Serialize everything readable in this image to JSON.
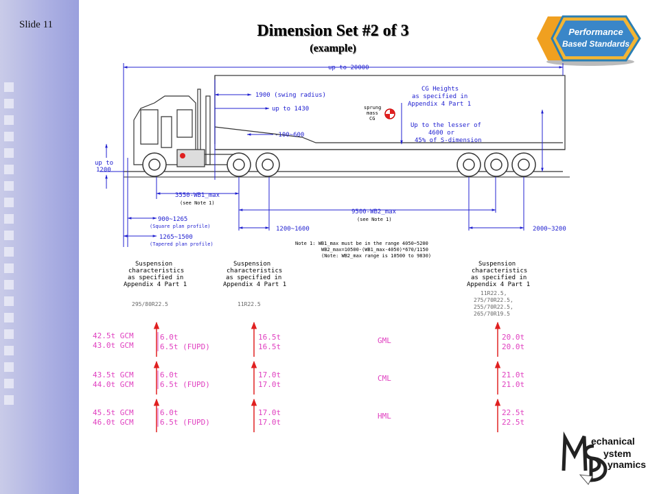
{
  "slide": {
    "number_label": "Slide 11"
  },
  "header": {
    "title": "Dimension Set #2 of 3",
    "subtitle": "(example)"
  },
  "logo_pbs": {
    "line1": "Performance",
    "line2": "Based Standards"
  },
  "logo_msd": {
    "line1": "echanical",
    "line2": "ystem",
    "line3": "ynamics"
  },
  "dims": {
    "overall": "up to 20000",
    "swing": "1900 (swing radius)",
    "up1430": "up to 1430",
    "range100": "-100~600",
    "cg1": "CG Heights",
    "cg2": "as specified in",
    "cg3": "Appendix 4 Part 1",
    "sprung1": "sprung",
    "sprung2": "mass",
    "sprung3": "CG",
    "lesser1": "Up to the lesser of",
    "lesser2": "4600 or",
    "lesser3": "45% of S-dimension",
    "up1200a": "up to",
    "up1200b": "1200",
    "wb1": "3550-WB1_max",
    "wb1note": "(see Note 1)",
    "wb2": "9500-WB2_max",
    "wb2note": "(see Note 1)",
    "sq1": "900~1265",
    "sq2": "(Square plan profile)",
    "tp1": "1265~1500",
    "tp2": "(Tapered plan profile)",
    "d1200": "1200~1600",
    "d2000": "2000~3200",
    "note1": "Note 1: WB1_max must be in the range 4050~5200",
    "note2": "WB2_max=10500-(WB1_max-4050)*670/1150",
    "note3": "(Note: WB2_max range is 10500 to 9830)"
  },
  "suspension": [
    {
      "l1": "Suspension",
      "l2": "characteristics",
      "l3": "as specified in",
      "l4": "Appendix 4 Part 1",
      "tyre1": "295/80R22.5",
      "tyre2": "",
      "tyre3": "",
      "tyre4": ""
    },
    {
      "l1": "Suspension",
      "l2": "characteristics",
      "l3": "as specified in",
      "l4": "Appendix 4 Part 1",
      "tyre1": "11R22.5",
      "tyre2": "",
      "tyre3": "",
      "tyre4": ""
    },
    {
      "l1": "Suspension",
      "l2": "characteristics",
      "l3": "as specified in",
      "l4": "Appendix 4 Part 1",
      "tyre1": "11R22.5,",
      "tyre2": "275/70R22.5,",
      "tyre3": "255/70R22.5,",
      "tyre4": "265/70R19.5"
    }
  ],
  "mass_rows": [
    {
      "gcm1": "42.5t GCM",
      "gcm2": "43.0t GCM",
      "steer1": "6.0t",
      "steer2": "6.5t (FUPD)",
      "drive1": "16.5t",
      "drive2": "16.5t",
      "label": "GML",
      "tri1": "20.0t",
      "tri2": "20.0t"
    },
    {
      "gcm1": "43.5t GCM",
      "gcm2": "44.0t GCM",
      "steer1": "6.0t",
      "steer2": "6.5t (FUPD)",
      "drive1": "17.0t",
      "drive2": "17.0t",
      "label": "CML",
      "tri1": "21.0t",
      "tri2": "21.0t"
    },
    {
      "gcm1": "45.5t GCM",
      "gcm2": "46.0t GCM",
      "steer1": "6.0t",
      "steer2": "6.5t (FUPD)",
      "drive1": "17.0t",
      "drive2": "17.0t",
      "label": "HML",
      "tri1": "22.5t",
      "tri2": "22.5t"
    }
  ],
  "colors": {
    "dimension_blue": "#2020d0",
    "mass_magenta": "#e040c0",
    "arrow_red": "#e02020",
    "sidebar": "#aeb2e3"
  }
}
